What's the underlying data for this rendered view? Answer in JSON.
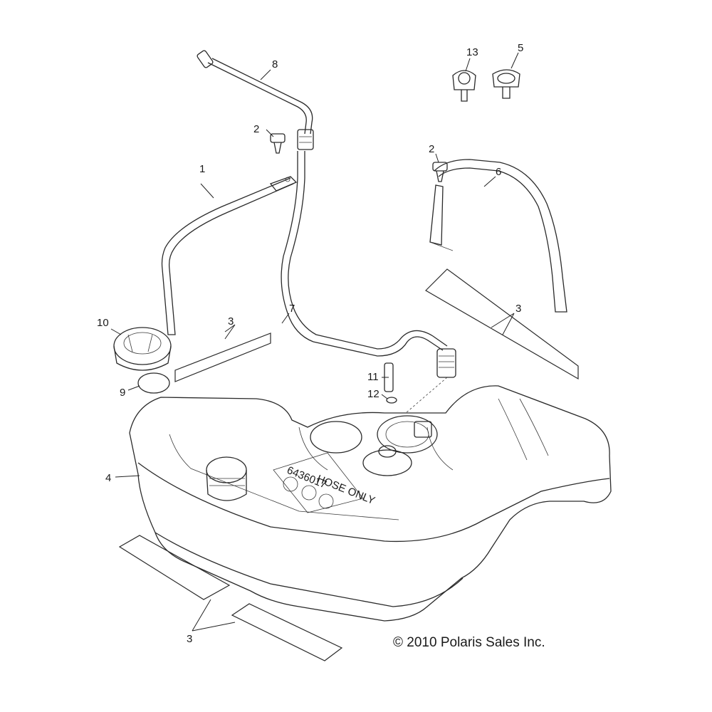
{
  "copyright": "© 2010 Polaris Sales Inc.",
  "tank_label": {
    "line1": "6436017",
    "line2": "HOSE ONLY"
  },
  "callouts": [
    {
      "id": "callout-8",
      "text": "8"
    },
    {
      "id": "callout-13",
      "text": "13"
    },
    {
      "id": "callout-5",
      "text": "5"
    },
    {
      "id": "callout-2a",
      "text": "2"
    },
    {
      "id": "callout-2b",
      "text": "2"
    },
    {
      "id": "callout-1",
      "text": "1"
    },
    {
      "id": "callout-6",
      "text": "6"
    },
    {
      "id": "callout-7",
      "text": "7"
    },
    {
      "id": "callout-3a",
      "text": "3"
    },
    {
      "id": "callout-3b",
      "text": "3"
    },
    {
      "id": "callout-10",
      "text": "10"
    },
    {
      "id": "callout-9",
      "text": "9"
    },
    {
      "id": "callout-11",
      "text": "11"
    },
    {
      "id": "callout-12",
      "text": "12"
    },
    {
      "id": "callout-4",
      "text": "4"
    },
    {
      "id": "callout-3c",
      "text": "3"
    }
  ]
}
